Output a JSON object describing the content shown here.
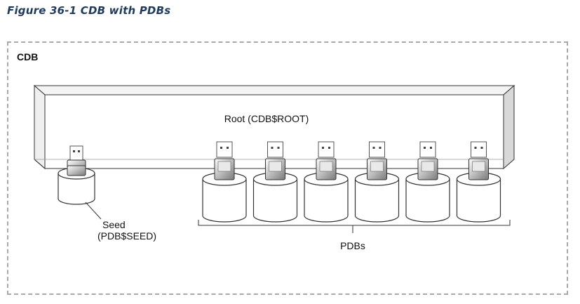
{
  "figure": {
    "caption": "Figure 36-1 CDB with PDBs"
  },
  "container": {
    "label": "CDB"
  },
  "root": {
    "label": "Root (CDB$ROOT)"
  },
  "seed": {
    "label_line1": "Seed",
    "label_line2": "(PDB$SEED)"
  },
  "pdbs": {
    "label": "PDBs",
    "count": 6
  },
  "colors": {
    "caption": "#1f3b5c",
    "frame": "#a9a9a9",
    "stroke": "#333333"
  }
}
